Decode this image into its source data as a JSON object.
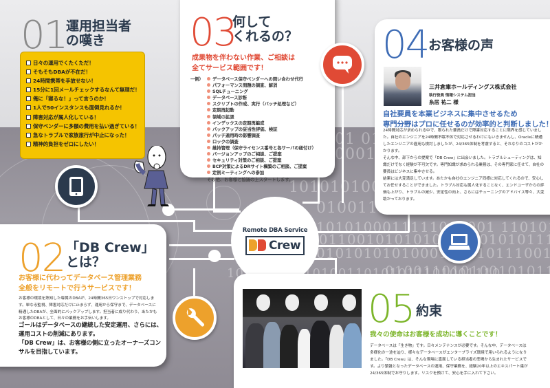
{
  "section01": {
    "number": "01",
    "title_line1": "運用担当者",
    "title_line2": "の嘆き",
    "checklist": [
      "日々の運用でくたくただ！",
      "そもそもDBAが不在だ！",
      "24時間携帯を手放せない！",
      "15分に1回メールチェックするなんて無理だ！",
      "俺に「寝るな！」って言うのか！",
      "1人で50インスタンスも面倒見れるか！",
      "障害対応が属人化している！",
      "保守ベンダーに多額の費用を払い過ぎている！",
      "急なトラブルで家族旅行が中止になった！",
      "精神的負担をゼロにしたい！"
    ],
    "accent": "#f5c400"
  },
  "section03": {
    "number": "03",
    "title_line1": "何して",
    "title_line2": "くれるの？",
    "lead_line1": "成果物を伴わない作業、ご相談は",
    "lead_line2": "全てサービス範囲です！",
    "list_prefix": "一例）",
    "items": [
      "データベース保守ベンダーへの問い合わせ代行",
      "パフォーマンス問題の調査、解消",
      "SQLチューニング",
      "データベース診断",
      "スクリプトの作成、実行（バッチ処理など）",
      "定期再起動",
      "領域の拡張",
      "インデックスの定期再編成",
      "バックアップの妥当性評価、検証",
      "パッチ適用時の影響調査",
      "ロックの調査",
      "維持管理（保守ライセンス番号と各サーバの紐付け）",
      "バージョンアップのご相談、ご提案",
      "セキュリティ対策のご相談、ご提案",
      "BCP対策によるDRサイト構築のご相談、ご提案",
      "定例ミーティングへの参加"
    ],
    "footer": "その他、お客様と協議の上スタートします。",
    "accent": "#e04a35"
  },
  "section04": {
    "number": "04",
    "title": "お客様の声",
    "company": "三井倉庫ホールディングス株式会社",
    "role": "執行役員 情報システム担当",
    "name": "糸居 祐二 様",
    "lead_line1": "自社要員を本業ビジネスに集中させるため",
    "lead_line2": "専門分野はプロに任せるのが効率的と判断しました！",
    "paragraphs": [
      "24時間対応が求められる中で、限られた要員だけで障害対応することに限界を感じていました。自社のエンジニアを24時間不眠不休で対応させるわけにもいきませんし、Oracleに精通したエンジニアの雇用も検討しましたが、24/365体制を考慮すると、それなりのコストがかかります。",
      "そんな中、部下からの提案で「DB Crew」に出会いました。トラブルシューティングは、知識だけでなく経験が不可欠です。専門知識が求められる業務は、その専門家に任せて、自社の要員はビジネスに集中させる。",
      "結果には大変満足しています。あたかも自社のエンジニア同様に対応してくれるので、安心してお任せすることができました。トラブル対応も属人化することなく、エンドユーザからの評価も上がり、トラブルの減少、安定性の向上、さらにはチューニングのアドバイス等々、大変助かっております。"
    ],
    "accent": "#3e6cb5"
  },
  "section02": {
    "number": "02",
    "title_line1": "「DB Crew」",
    "title_line2": "とは？",
    "lead_line1": "お客様に代わってデータベース管理業務",
    "lead_line2": "全般をリモートで行うサービスです！",
    "body": "お客様の環境を熟知した専属のDBAが、24時間365日ワンストップで対応します。単なる監視、障害対応だけに止まらず、運用から保守まで、データベースに精通したDBAが、全面的にバックアップします。担当者に成り代わり、あたかもお客様のDBAとして、日々の業務をお手伝いします。",
    "bold_line1": "ゴールはデータベースの継続した安定運用、さらには、運用コストの削減にあります。",
    "bold_line2": "「DB Crew」は、お客様の側に立ったオーナーズコンサルを目指しています。",
    "accent": "#eda12c"
  },
  "section05": {
    "number": "05",
    "title": "約束",
    "lead": "我々の使命はお客様を成功に導くことです！",
    "body": "データベースは「生き物」です。日々メンテナンスが必要です。そんな中、データベースは多様化の一途を辿り、様々なデータベースがエンタープライズ環境で用いられるようになりました。「DB Crew」は、そんな現場に直面している担当者の悲鳴から生まれたサービスです。より繁雑となったデータベースの運用、保守業務を、経験20年以上のエキスパート達が24/365体制でお守りします。リスクを預けて、安心を手に入れて下さい。",
    "accent": "#7cb52a"
  },
  "logo": {
    "subtitle": "Remote DBA Service",
    "name": "Crew",
    "db_colors": [
      "#eda12c",
      "#e04a35"
    ]
  },
  "icons": {
    "chat": "chat-bubble-icon",
    "tablet": "tablet-icon",
    "laptop": "laptop-icon",
    "wrench": "wrench-icon"
  },
  "background": {
    "binary_rows": [
      "01 0111010101100101011",
      "0001101011010100101101",
      "1010101001010 01010101010",
      "0100110101010011011",
      "1010100011111010001 1101010101010111",
      "0011001010101001100101011110100111",
      "010101010100011101011100110000",
      "0100110101001010111010011100",
      "10101010010100110101011101001110",
      "1101"
    ]
  }
}
